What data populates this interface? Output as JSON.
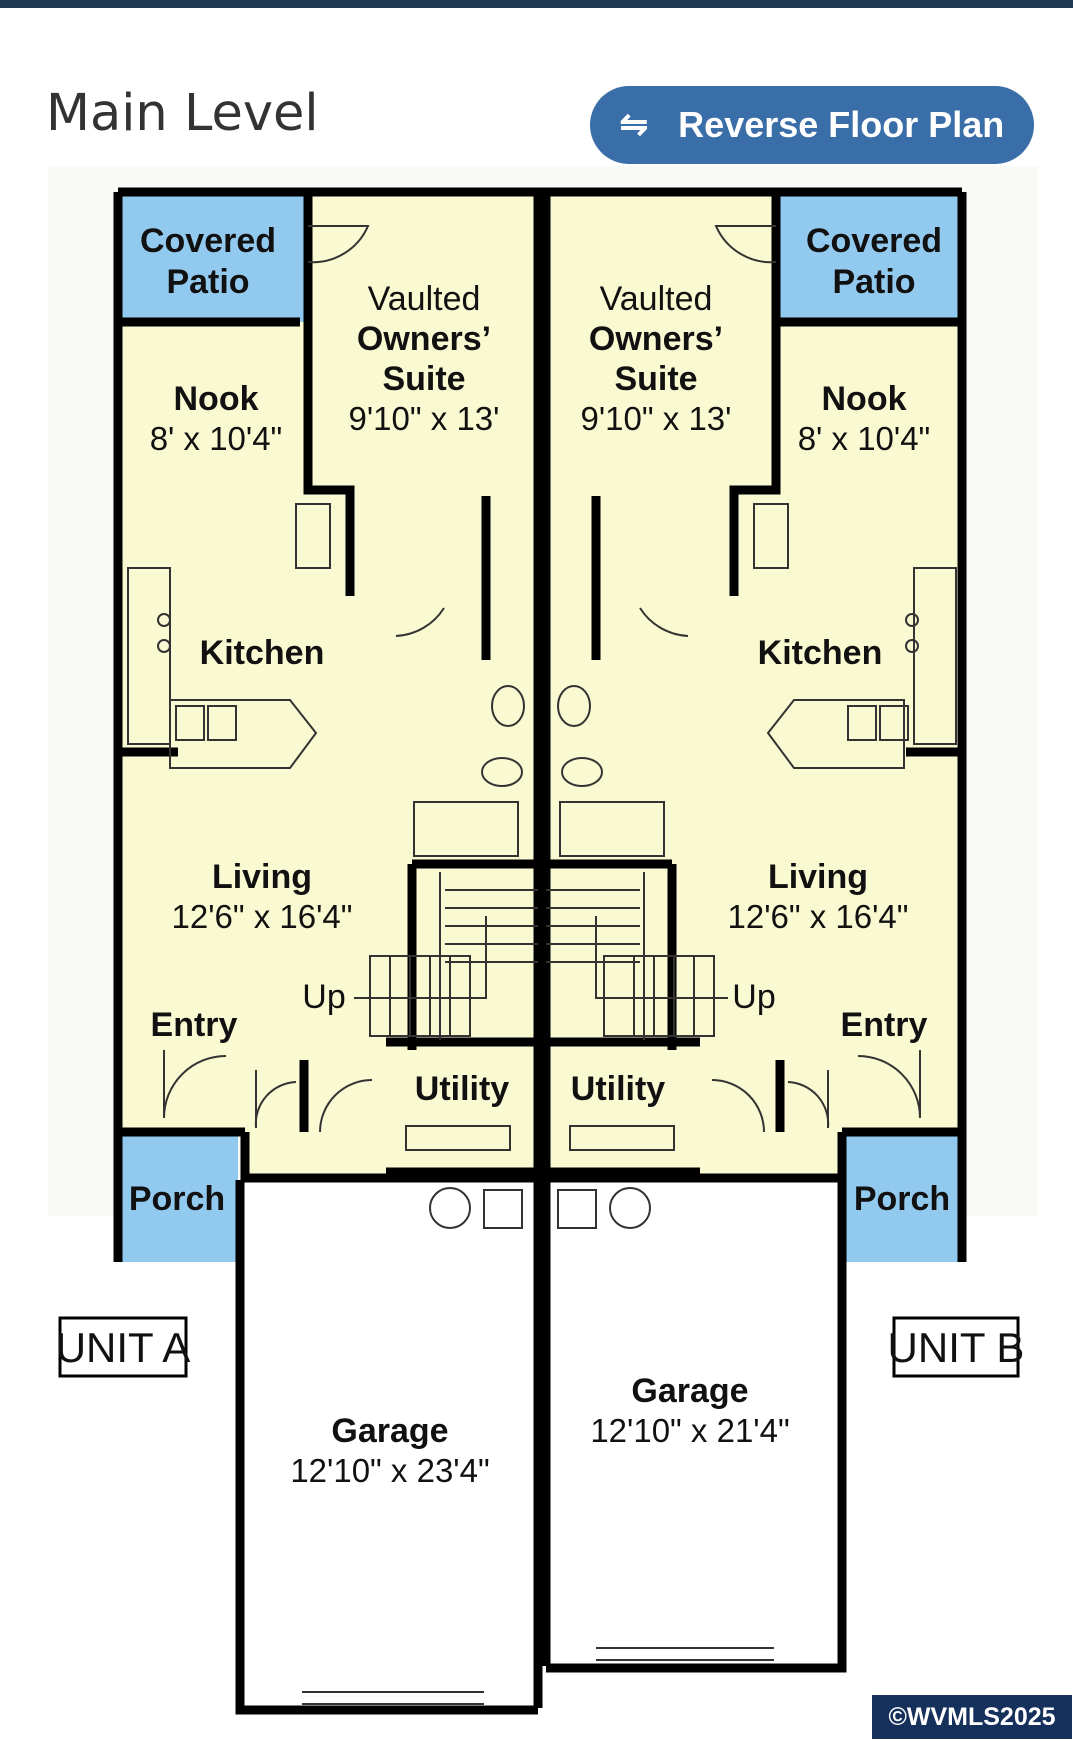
{
  "header": {
    "title": "Main Level",
    "reverse_button_label": "Reverse Floor Plan",
    "reverse_icon": "swap-arrows-icon"
  },
  "plan": {
    "unit_a": {
      "label": "UNIT A",
      "covered_patio_line1": "Covered",
      "covered_patio_line2": "Patio",
      "suite_line1": "Vaulted",
      "suite_line2": "Owners’",
      "suite_line3": "Suite",
      "suite_dim": "9'10\" x 13'",
      "nook": "Nook",
      "nook_dim": "8' x 10'4\"",
      "kitchen": "Kitchen",
      "living": "Living",
      "living_dim": "12'6\" x 16'4\"",
      "up": "Up",
      "entry": "Entry",
      "utility": "Utility",
      "porch": "Porch",
      "garage": "Garage",
      "garage_dim": "12'10\" x 23'4\""
    },
    "unit_b": {
      "label": "UNIT B",
      "covered_patio_line1": "Covered",
      "covered_patio_line2": "Patio",
      "suite_line1": "Vaulted",
      "suite_line2": "Owners’",
      "suite_line3": "Suite",
      "suite_dim": "9'10\" x 13'",
      "nook": "Nook",
      "nook_dim": "8' x 10'4\"",
      "kitchen": "Kitchen",
      "living": "Living",
      "living_dim": "12'6\" x 16'4\"",
      "up": "Up",
      "entry": "Entry",
      "utility": "Utility",
      "porch": "Porch",
      "garage": "Garage",
      "garage_dim": "12'10\" x 21'4\""
    }
  },
  "colors": {
    "floor": "#fafad2",
    "outdoor": "#92c9ee",
    "wall": "#000000",
    "button": "#3a6ea8",
    "badge": "#16305c"
  },
  "copyright": "©WVMLS2025"
}
